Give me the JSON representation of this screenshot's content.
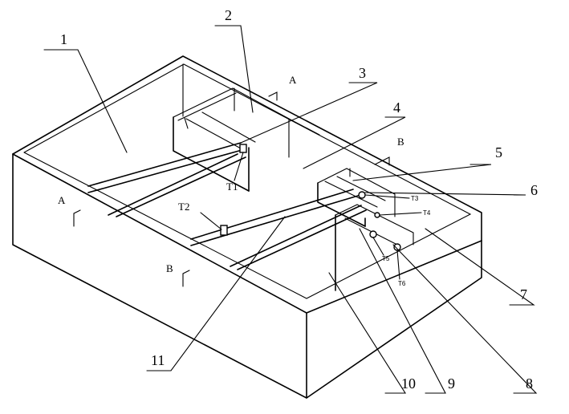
{
  "labels": {
    "n1": "1",
    "n2": "2",
    "n3": "3",
    "n4": "4",
    "n5": "5",
    "n6": "6",
    "n7": "7",
    "n8": "8",
    "n9": "9",
    "n10": "10",
    "n11": "11",
    "sectionA": "A",
    "sectionB": "B",
    "t1": "T1",
    "t2": "T2",
    "t3": "T3",
    "t4": "T4",
    "t5": "T5",
    "t6": "T6"
  }
}
